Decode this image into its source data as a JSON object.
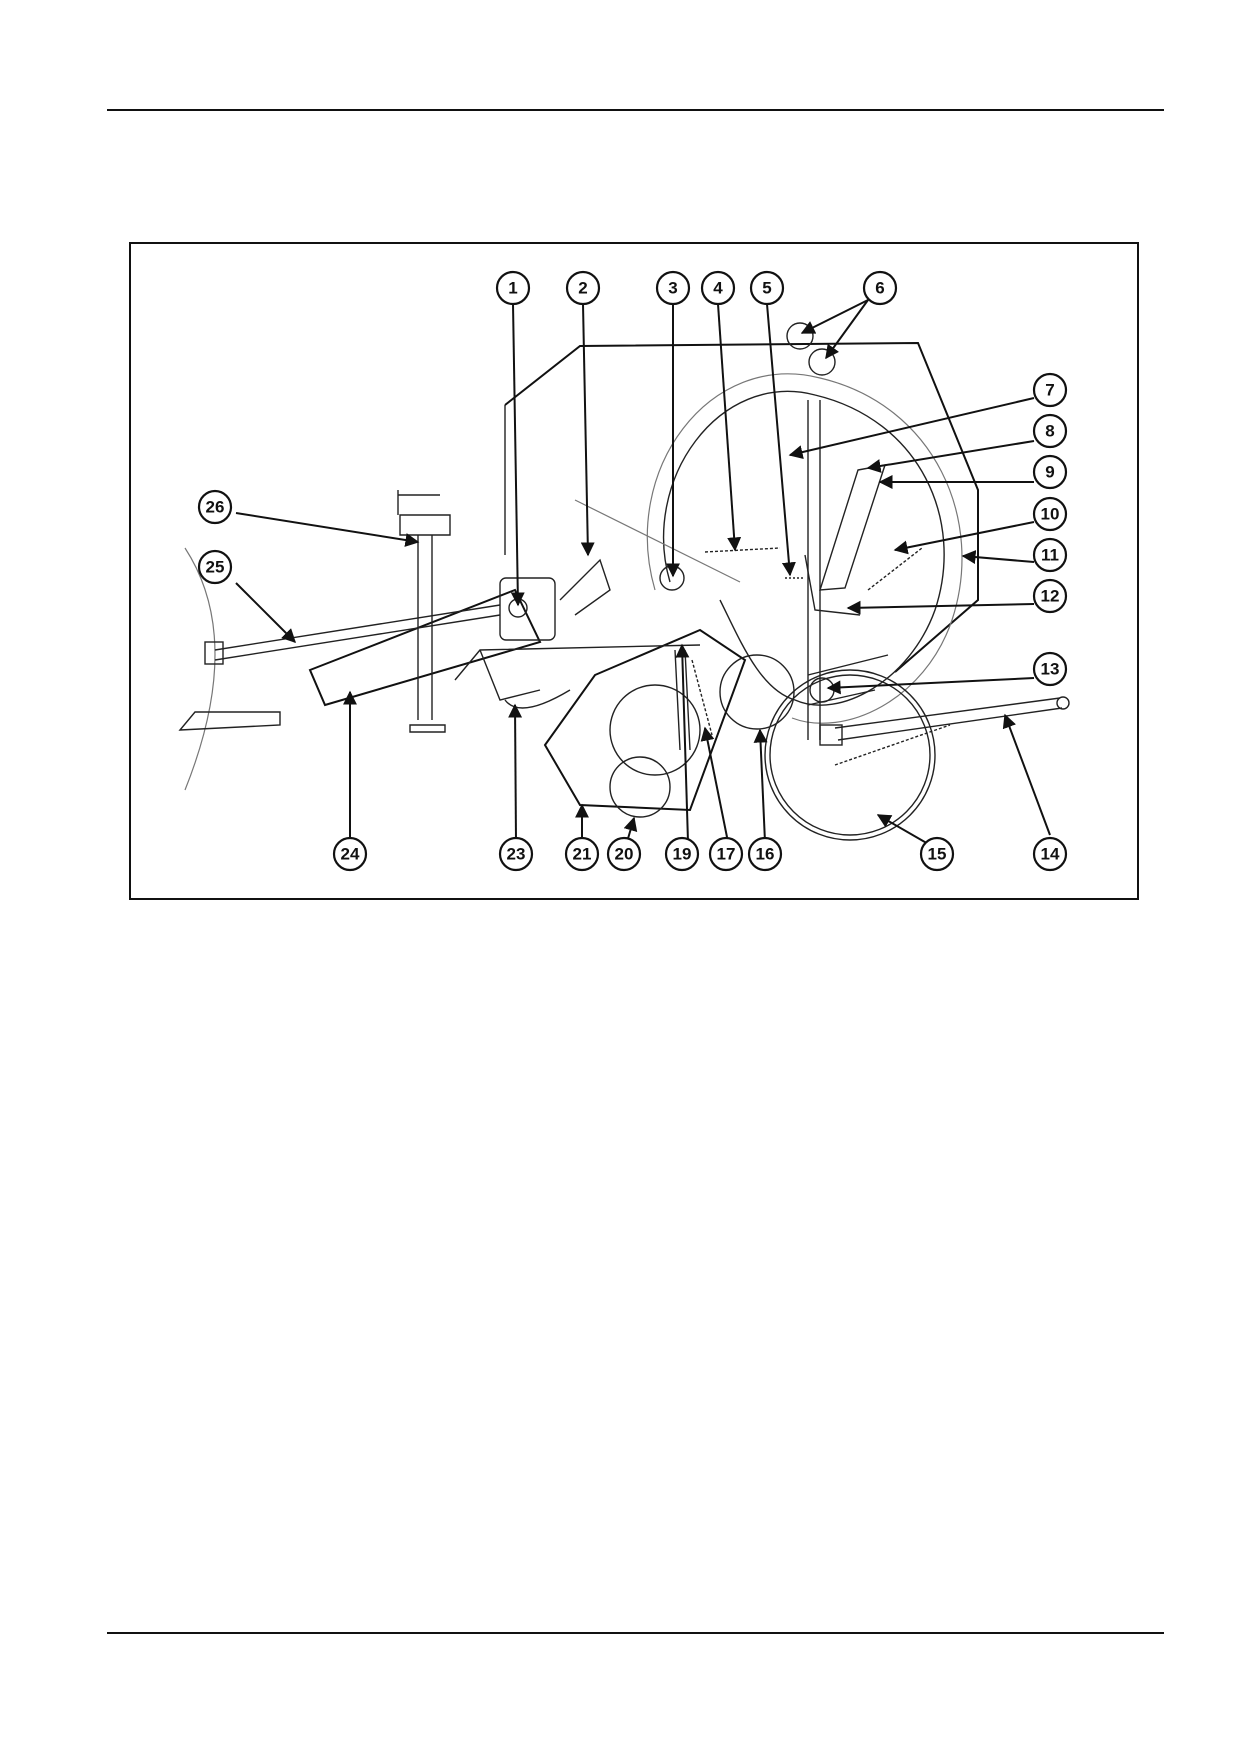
{
  "callouts": [
    {
      "n": "1"
    },
    {
      "n": "2"
    },
    {
      "n": "3"
    },
    {
      "n": "4"
    },
    {
      "n": "5"
    },
    {
      "n": "6"
    },
    {
      "n": "7"
    },
    {
      "n": "8"
    },
    {
      "n": "9"
    },
    {
      "n": "10"
    },
    {
      "n": "11"
    },
    {
      "n": "12"
    },
    {
      "n": "13"
    },
    {
      "n": "14"
    },
    {
      "n": "15"
    },
    {
      "n": "16"
    },
    {
      "n": "17"
    },
    {
      "n": "19"
    },
    {
      "n": "20"
    },
    {
      "n": "21"
    },
    {
      "n": "23"
    },
    {
      "n": "24"
    },
    {
      "n": "25"
    },
    {
      "n": "26"
    }
  ]
}
